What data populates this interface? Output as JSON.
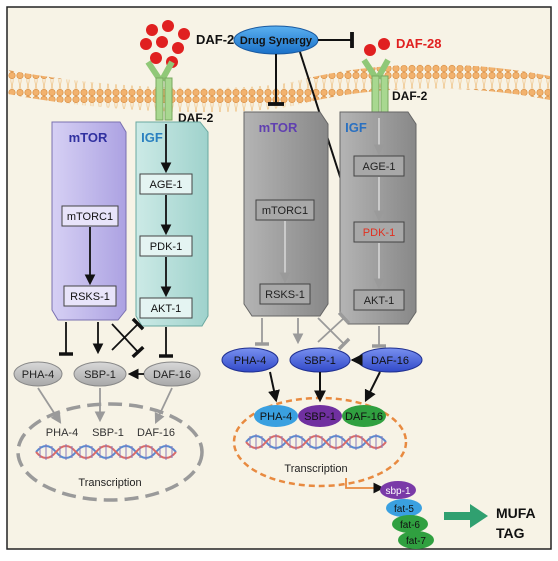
{
  "left": {
    "ligand": "DAF-28",
    "receptor": "DAF-2",
    "mtor_title": "mTOR",
    "igf_title": "IGF",
    "mtorc1": "mTORC1",
    "rsks1": "RSKS-1",
    "age1": "AGE-1",
    "pdk1": "PDK-1",
    "akt1": "AKT-1",
    "pha4": "PHA-4",
    "sbp1": "SBP-1",
    "daf16": "DAF-16",
    "nuc_pha4": "PHA-4",
    "nuc_sbp1": "SBP-1",
    "nuc_daf16": "DAF-16",
    "transcription": "Transcription"
  },
  "right": {
    "drug": "Drug Synergy",
    "ligand": "DAF-28",
    "receptor": "DAF-2",
    "mtor_title": "mTOR",
    "igf_title": "IGF",
    "mtorc1": "mTORC1",
    "rsks1": "RSKS-1",
    "age1": "AGE-1",
    "pdk1": "PDK-1",
    "akt1": "AKT-1",
    "pha4": "PHA-4",
    "sbp1": "SBP-1",
    "daf16": "DAF-16",
    "nuc_pha4": "PHA-4",
    "nuc_sbp1": "SBP-1",
    "nuc_daf16": "DAF-16",
    "transcription": "Transcription",
    "genes": [
      "sbp-1",
      "fat-5",
      "fat-6",
      "fat-7"
    ],
    "output1": "MUFA",
    "output2": "TAG"
  },
  "colors": {
    "background": "#f7f3e6",
    "membrane": "#f0b070",
    "ligand_dot": "#e02020",
    "receptor": "#a8d890",
    "mtor_box": "#c8c0ee",
    "igf_box": "#b8e0dc",
    "gray_box": "#9a9a9a",
    "drug": "#2a8ad8",
    "node_blue": "#4060d8",
    "pdk1_red": "#e03020",
    "nuc_pha4": "#3aa0e0",
    "nuc_sbp1": "#7030a0",
    "nuc_daf16": "#30a040",
    "arrow_green": "#30a070"
  }
}
